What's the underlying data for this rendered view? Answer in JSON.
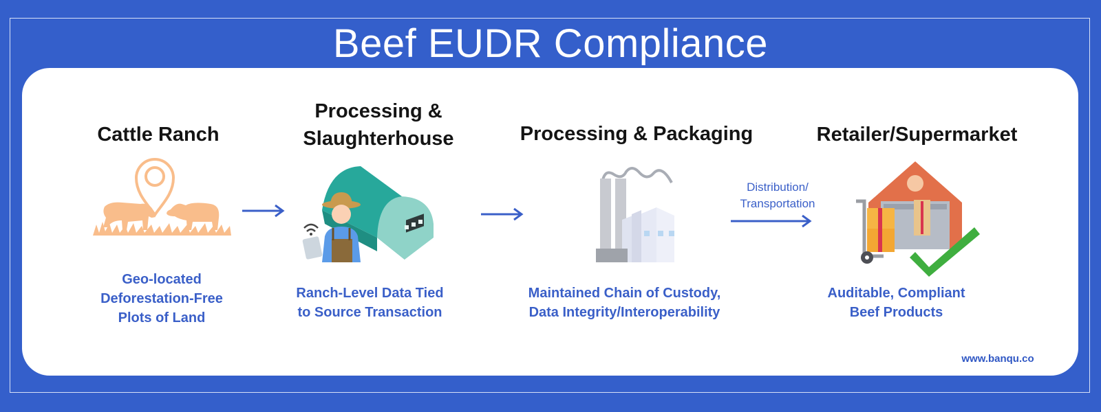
{
  "title": "Beef EUDR Compliance",
  "stages": [
    {
      "title_lines": [
        "Cattle Ranch"
      ],
      "desc_lines": [
        "Geo-located",
        "Deforestation-Free",
        "Plots of Land"
      ],
      "icon": "cattle-ranch-location-icon"
    },
    {
      "title_lines": [
        "Processing &",
        "Slaughterhouse"
      ],
      "desc_lines": [
        "Ranch-Level Data Tied",
        "to Source Transaction"
      ],
      "icon": "slaughterhouse-farmer-icon"
    },
    {
      "title_lines": [
        "Processing & Packaging"
      ],
      "desc_lines": [
        "Maintained Chain of Custody,",
        "Data Integrity/Interoperability"
      ],
      "icon": "factory-icon"
    },
    {
      "title_lines": [
        "Retailer/Supermarket"
      ],
      "desc_lines": [
        "Auditable, Compliant",
        "Beef Products"
      ],
      "icon": "warehouse-checkmark-icon"
    }
  ],
  "connector_label_lines": [
    "Distribution/",
    "Transportation"
  ],
  "website": "www.banqu.co",
  "colors": {
    "background": "#345fcb",
    "card": "#ffffff",
    "accent": "#3a5fc8",
    "heading": "#141414",
    "cattle": "#f9bd8b",
    "teal": "#27a89b",
    "check": "#3fae3f"
  }
}
